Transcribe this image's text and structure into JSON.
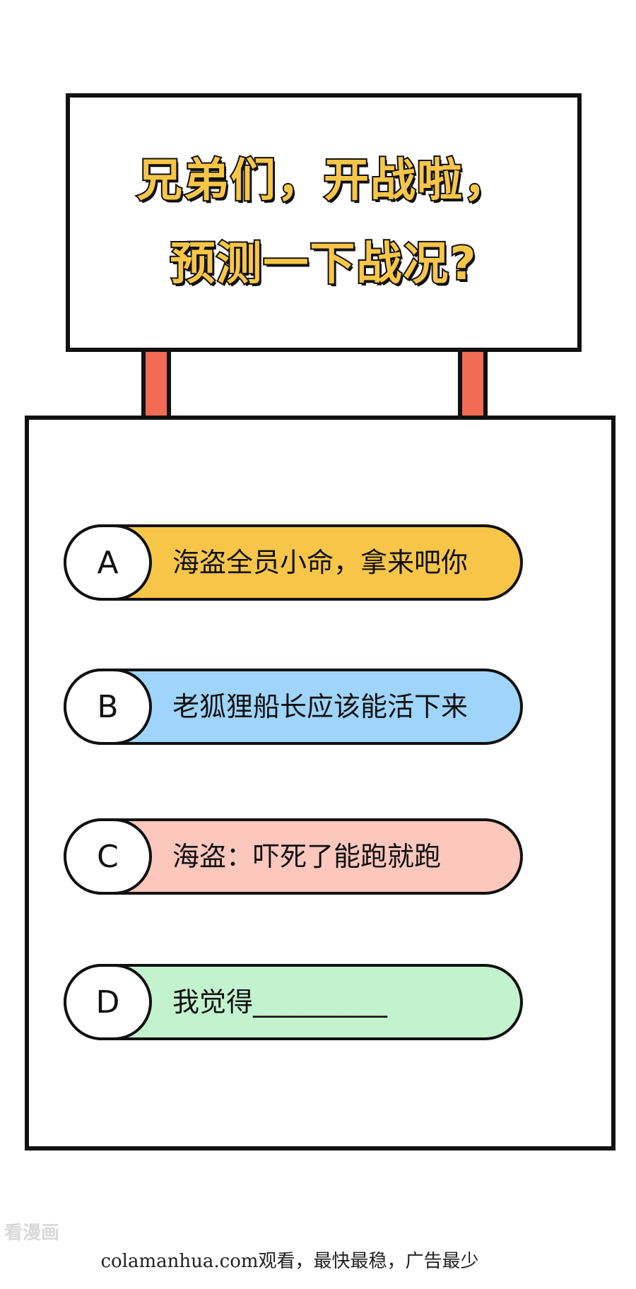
{
  "sign": {
    "line1": "兄弟们，开战啦，",
    "line2": "预测一下战况?"
  },
  "options": [
    {
      "letter": "A",
      "text": "海盗全员小命，拿来吧你",
      "color": "#f7c649"
    },
    {
      "letter": "B",
      "text": "老狐狸船长应该能活下来",
      "color": "#9fd5fb"
    },
    {
      "letter": "C",
      "text": "海盗：吓死了能跑就跑",
      "color": "#fcc7bd"
    },
    {
      "letter": "D",
      "text": "我觉得__________",
      "color": "#c3f3ce"
    }
  ],
  "watermark": "看漫画",
  "footer": "colamanhua.com观看，最快最稳，广告最少",
  "colors": {
    "post": "#f26b55",
    "outline": "#111111",
    "title_fill": "#f7c649"
  }
}
